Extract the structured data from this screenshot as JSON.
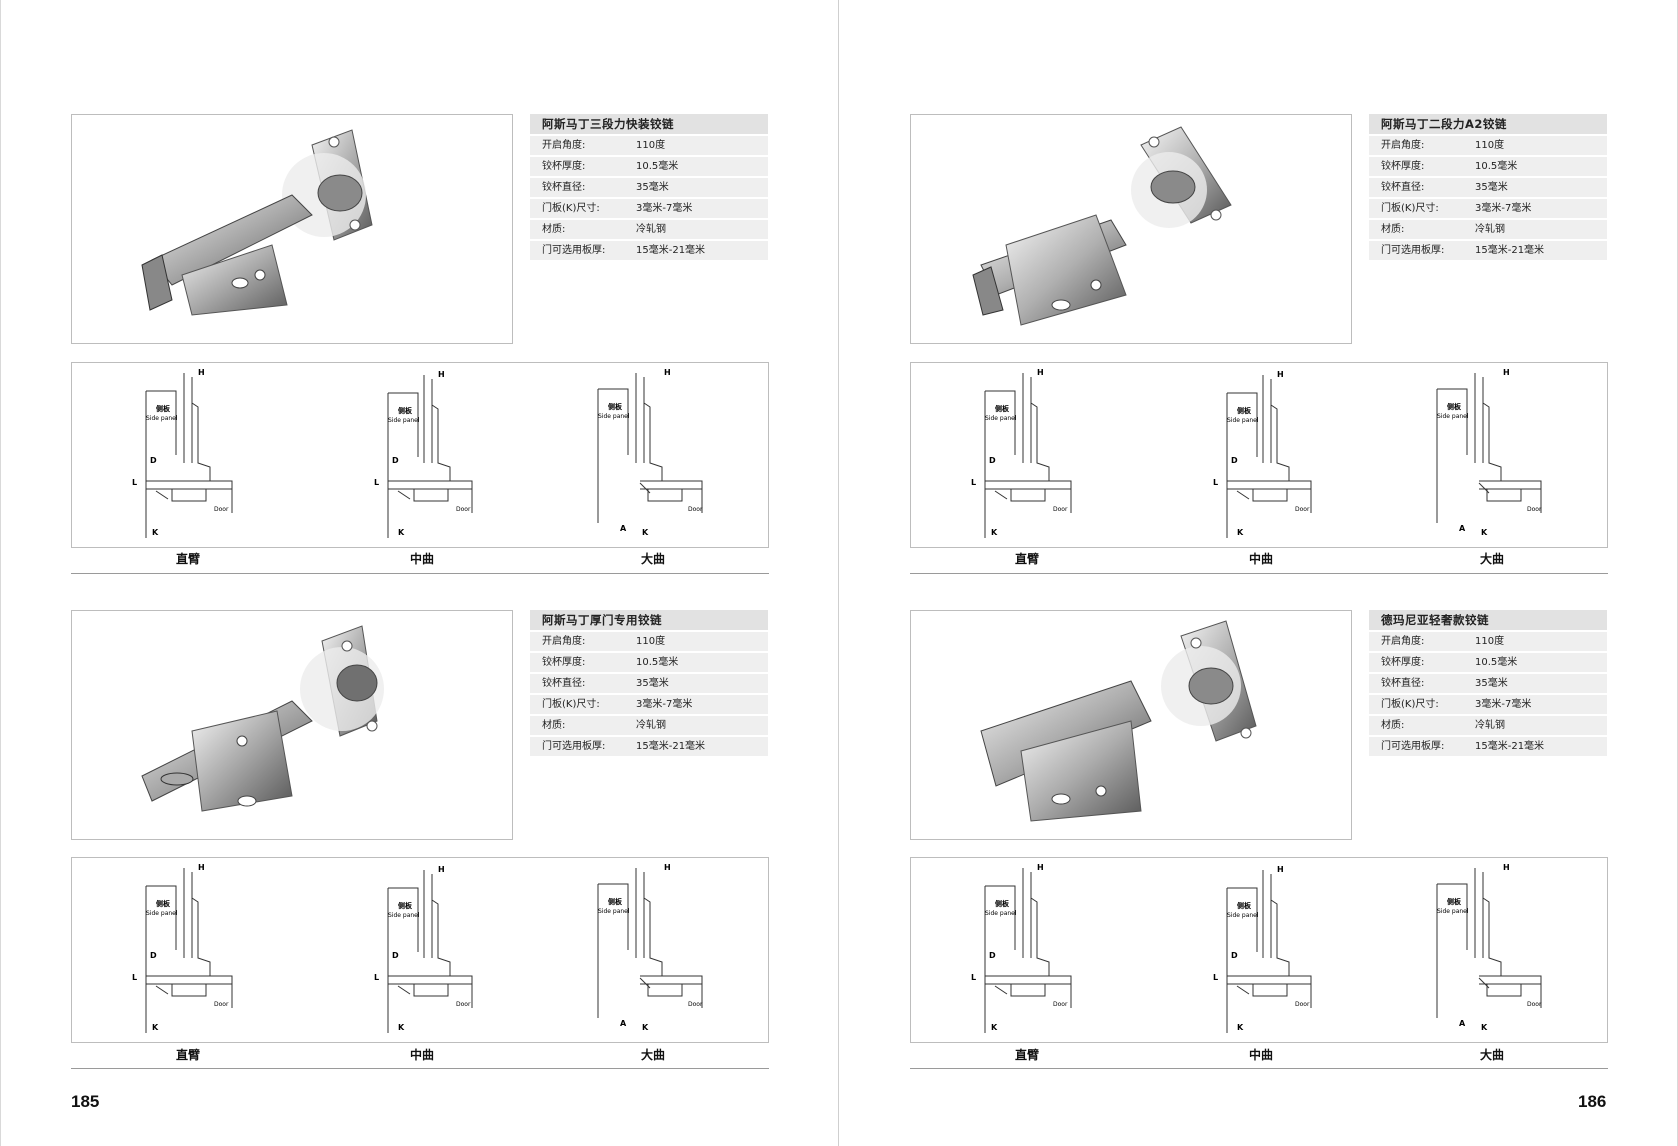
{
  "pages": {
    "left_number": "185",
    "right_number": "186"
  },
  "spec_labels": {
    "angle": "开启角度:",
    "thickness": "铰杯厚度:",
    "diameter": "铰杯直径:",
    "k": "门板(K)尺寸:",
    "material": "材质:",
    "door": "门可选用板厚:"
  },
  "products": [
    {
      "title": "阿斯马丁三段力快装铰链",
      "angle": "110度",
      "thickness": "10.5毫米",
      "diameter": "35毫米",
      "k": "3毫米-7毫米",
      "material": "冷轧钢",
      "door": "15毫米-21毫米"
    },
    {
      "title": "阿斯马丁二段力A2铰链",
      "angle": "110度",
      "thickness": "10.5毫米",
      "diameter": "35毫米",
      "k": "3毫米-7毫米",
      "material": "冷轧钢",
      "door": "15毫米-21毫米"
    },
    {
      "title": "阿斯马丁厚门专用铰链",
      "angle": "110度",
      "thickness": "10.5毫米",
      "diameter": "35毫米",
      "k": "3毫米-7毫米",
      "material": "冷轧钢",
      "door": "15毫米-21毫米"
    },
    {
      "title": "德玛尼亚轻奢款铰链",
      "angle": "110度",
      "thickness": "10.5毫米",
      "diameter": "35毫米",
      "k": "3毫米-7毫米",
      "material": "冷轧钢",
      "door": "15毫米-21毫米"
    }
  ],
  "captions": {
    "straight": "直臂",
    "medium": "中曲",
    "large": "大曲"
  },
  "diagram_labels": {
    "side_cn": "侧板",
    "side_en": "Side panel",
    "door": "Door",
    "H": "H",
    "D": "D",
    "L": "L",
    "K": "K",
    "A": "A"
  }
}
